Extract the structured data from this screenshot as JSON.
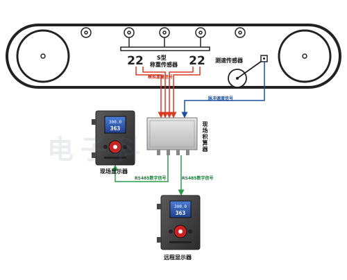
{
  "sensor": {
    "type_label": "S型",
    "name_label": "称重传感器",
    "digits_left": "22",
    "digits_right": "22"
  },
  "signals": {
    "analog": "模拟重量信号",
    "pulse": "脉冲速度信号",
    "rs485_left": "RS485数字信号",
    "rs485_right": "RS485数字信号"
  },
  "speed_sensor_label": "测速传感器",
  "integrator_label": "现场积算器",
  "local_display_label": "现场显示器",
  "remote_display_label": "远程显示器",
  "screen": {
    "line1": "300.0",
    "line2": "363"
  },
  "watermark": "电子科",
  "colors": {
    "analog_line": "#d93a22",
    "pulse_line": "#1a4fa0",
    "rs485_line": "#2a9a4a",
    "belt": "#222222",
    "device": "#3b3b3b"
  }
}
